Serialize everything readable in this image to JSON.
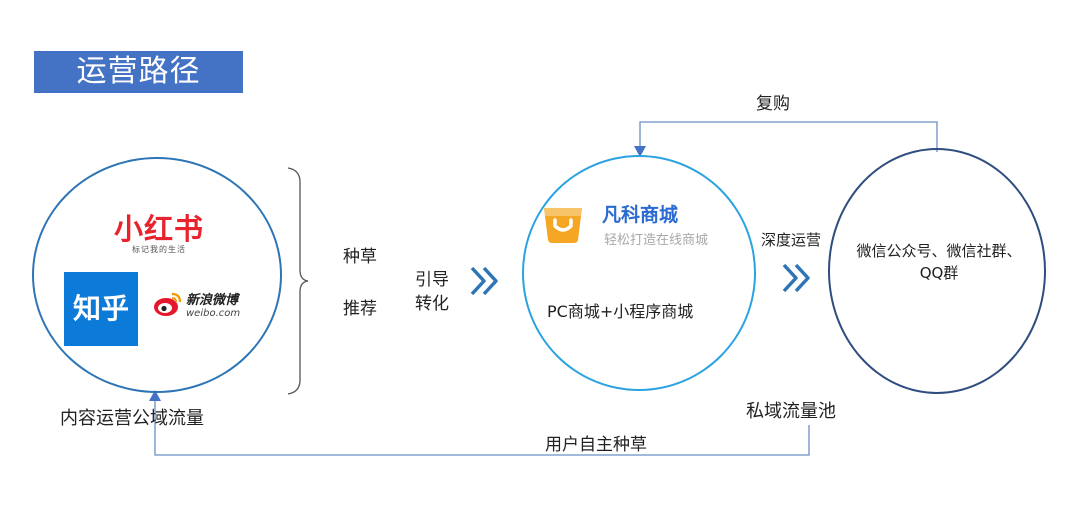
{
  "title": "运营路径",
  "left_group": {
    "xiaohongshu": {
      "name": "小红书",
      "slogan": "标记我的生活"
    },
    "zhihu": {
      "name": "知乎"
    },
    "weibo": {
      "name": "新浪微博",
      "domain": "weibo.com"
    },
    "caption": "内容运营公域流量"
  },
  "middle_labels": {
    "seeding": "种草",
    "recommend": "推荐",
    "guide_1": "引导",
    "guide_2": "转化"
  },
  "center_group": {
    "brand": "凡科商城",
    "slogan": "轻松打造在线商城",
    "desc": "PC商城+小程序商城"
  },
  "deep_ops_label": "深度运营",
  "right_group": {
    "text": "微信公众号、微信社群、QQ群",
    "caption": "私域流量池"
  },
  "repurchase_label": "复购",
  "user_seeding_label": "用户自主种草",
  "colors": {
    "title_bg": "#4472c4",
    "xhs_red": "#e8232e",
    "zhihu_blue": "#0b7ad8",
    "fanke_blue": "#2a6ad1",
    "fanke_orange": "#f5a623",
    "arrow_blue": "#2e75b6"
  },
  "icons": [
    "bracket",
    "double-chevron-icon",
    "weibo-icon",
    "shopping-bag-icon",
    "arrow-head-icon"
  ]
}
